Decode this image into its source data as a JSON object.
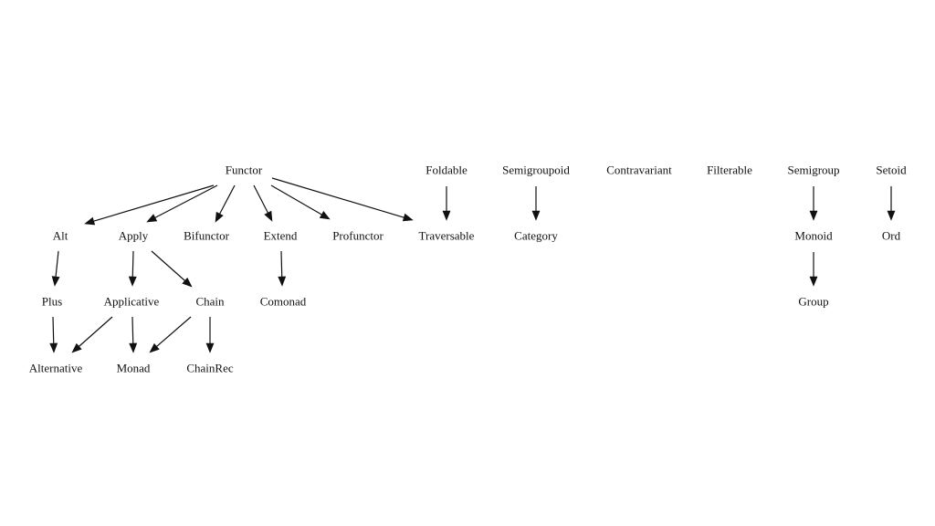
{
  "diagram": {
    "nodes": [
      {
        "id": "functor",
        "label": "Functor"
      },
      {
        "id": "foldable",
        "label": "Foldable"
      },
      {
        "id": "semigroupoid",
        "label": "Semigroupoid"
      },
      {
        "id": "contravariant",
        "label": "Contravariant"
      },
      {
        "id": "filterable",
        "label": "Filterable"
      },
      {
        "id": "semigroup",
        "label": "Semigroup"
      },
      {
        "id": "setoid",
        "label": "Setoid"
      },
      {
        "id": "alt",
        "label": "Alt"
      },
      {
        "id": "apply",
        "label": "Apply"
      },
      {
        "id": "bifunctor",
        "label": "Bifunctor"
      },
      {
        "id": "extend",
        "label": "Extend"
      },
      {
        "id": "profunctor",
        "label": "Profunctor"
      },
      {
        "id": "traversable",
        "label": "Traversable"
      },
      {
        "id": "category",
        "label": "Category"
      },
      {
        "id": "monoid",
        "label": "Monoid"
      },
      {
        "id": "ord",
        "label": "Ord"
      },
      {
        "id": "plus",
        "label": "Plus"
      },
      {
        "id": "applicative",
        "label": "Applicative"
      },
      {
        "id": "chain",
        "label": "Chain"
      },
      {
        "id": "comonad",
        "label": "Comonad"
      },
      {
        "id": "group",
        "label": "Group"
      },
      {
        "id": "alternative",
        "label": "Alternative"
      },
      {
        "id": "monad",
        "label": "Monad"
      },
      {
        "id": "chainrec",
        "label": "ChainRec"
      }
    ],
    "edges": [
      {
        "from": "functor",
        "to": "alt"
      },
      {
        "from": "functor",
        "to": "apply"
      },
      {
        "from": "functor",
        "to": "bifunctor"
      },
      {
        "from": "functor",
        "to": "extend"
      },
      {
        "from": "functor",
        "to": "profunctor"
      },
      {
        "from": "functor",
        "to": "traversable"
      },
      {
        "from": "foldable",
        "to": "traversable"
      },
      {
        "from": "semigroupoid",
        "to": "category"
      },
      {
        "from": "semigroup",
        "to": "monoid"
      },
      {
        "from": "setoid",
        "to": "ord"
      },
      {
        "from": "alt",
        "to": "plus"
      },
      {
        "from": "apply",
        "to": "applicative"
      },
      {
        "from": "apply",
        "to": "chain"
      },
      {
        "from": "extend",
        "to": "comonad"
      },
      {
        "from": "monoid",
        "to": "group"
      },
      {
        "from": "plus",
        "to": "alternative"
      },
      {
        "from": "applicative",
        "to": "alternative"
      },
      {
        "from": "applicative",
        "to": "monad"
      },
      {
        "from": "chain",
        "to": "monad"
      },
      {
        "from": "chain",
        "to": "chainrec"
      }
    ]
  }
}
